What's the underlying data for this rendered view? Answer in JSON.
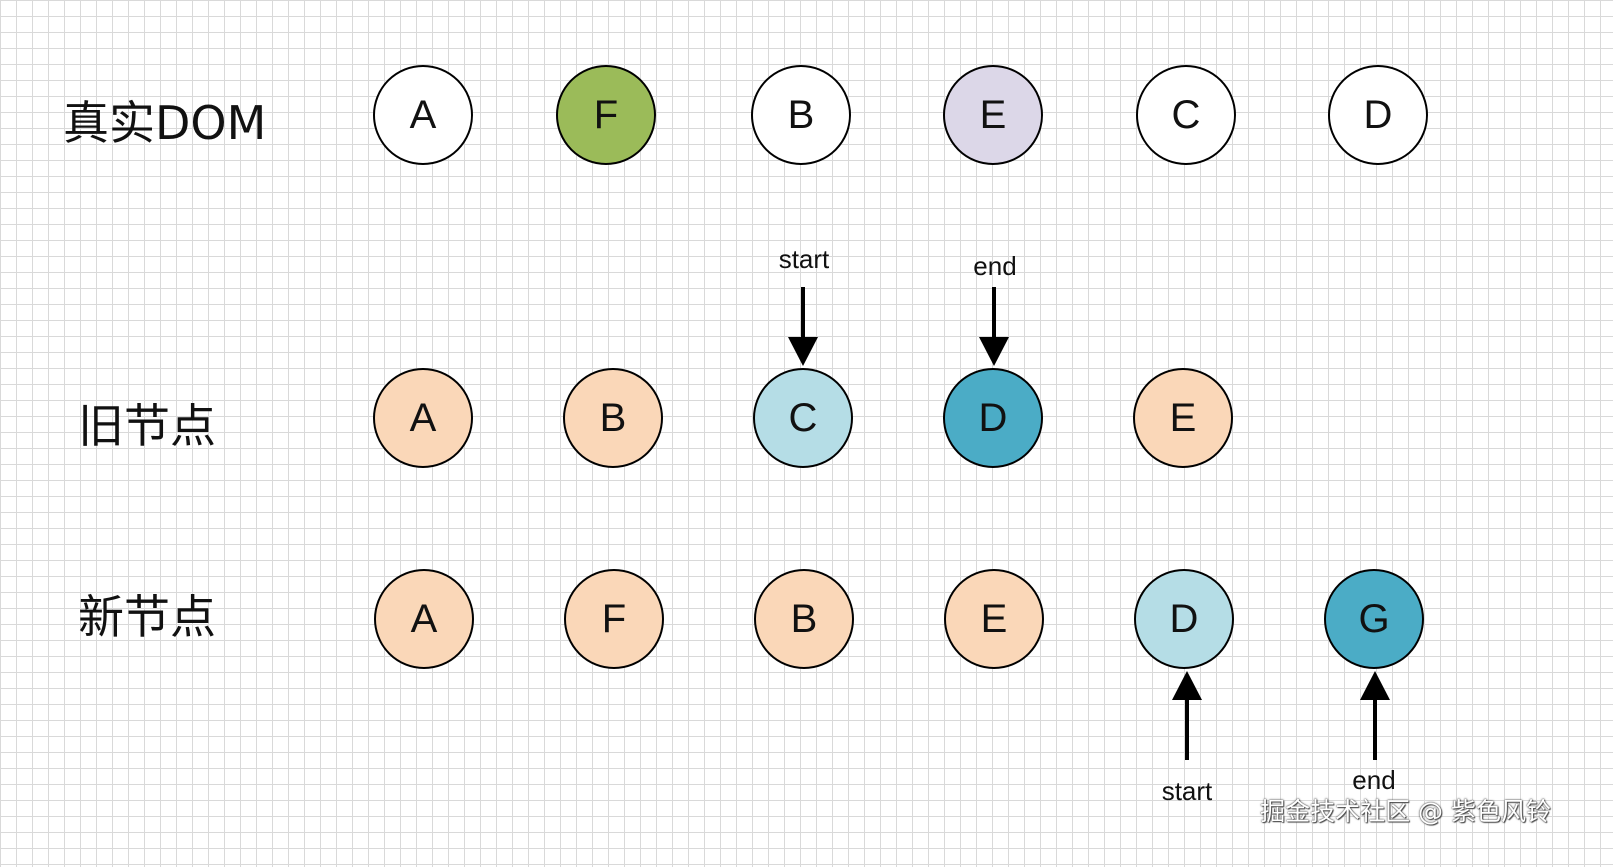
{
  "rows": [
    {
      "label": "真实DOM",
      "nodes": [
        {
          "letter": "A",
          "color": "#ffffff"
        },
        {
          "letter": "F",
          "color": "#9bbb59"
        },
        {
          "letter": "B",
          "color": "#ffffff"
        },
        {
          "letter": "E",
          "color": "#dcd7e8"
        },
        {
          "letter": "C",
          "color": "#ffffff"
        },
        {
          "letter": "D",
          "color": "#ffffff"
        }
      ]
    },
    {
      "label": "旧节点",
      "nodes": [
        {
          "letter": "A",
          "color": "#fad7b8"
        },
        {
          "letter": "B",
          "color": "#fad7b8"
        },
        {
          "letter": "C",
          "color": "#b5dde6"
        },
        {
          "letter": "D",
          "color": "#4bacc6"
        },
        {
          "letter": "E",
          "color": "#fad7b8"
        }
      ]
    },
    {
      "label": "新节点",
      "nodes": [
        {
          "letter": "A",
          "color": "#fad7b8"
        },
        {
          "letter": "F",
          "color": "#fad7b8"
        },
        {
          "letter": "B",
          "color": "#fad7b8"
        },
        {
          "letter": "E",
          "color": "#fad7b8"
        },
        {
          "letter": "D",
          "color": "#b5dde6"
        },
        {
          "letter": "G",
          "color": "#4bacc6"
        }
      ]
    }
  ],
  "pointers": {
    "old_start": "start",
    "old_end": "end",
    "new_start": "start",
    "new_end": "end"
  },
  "watermark": "掘金技术社区 @ 紫色风铃"
}
